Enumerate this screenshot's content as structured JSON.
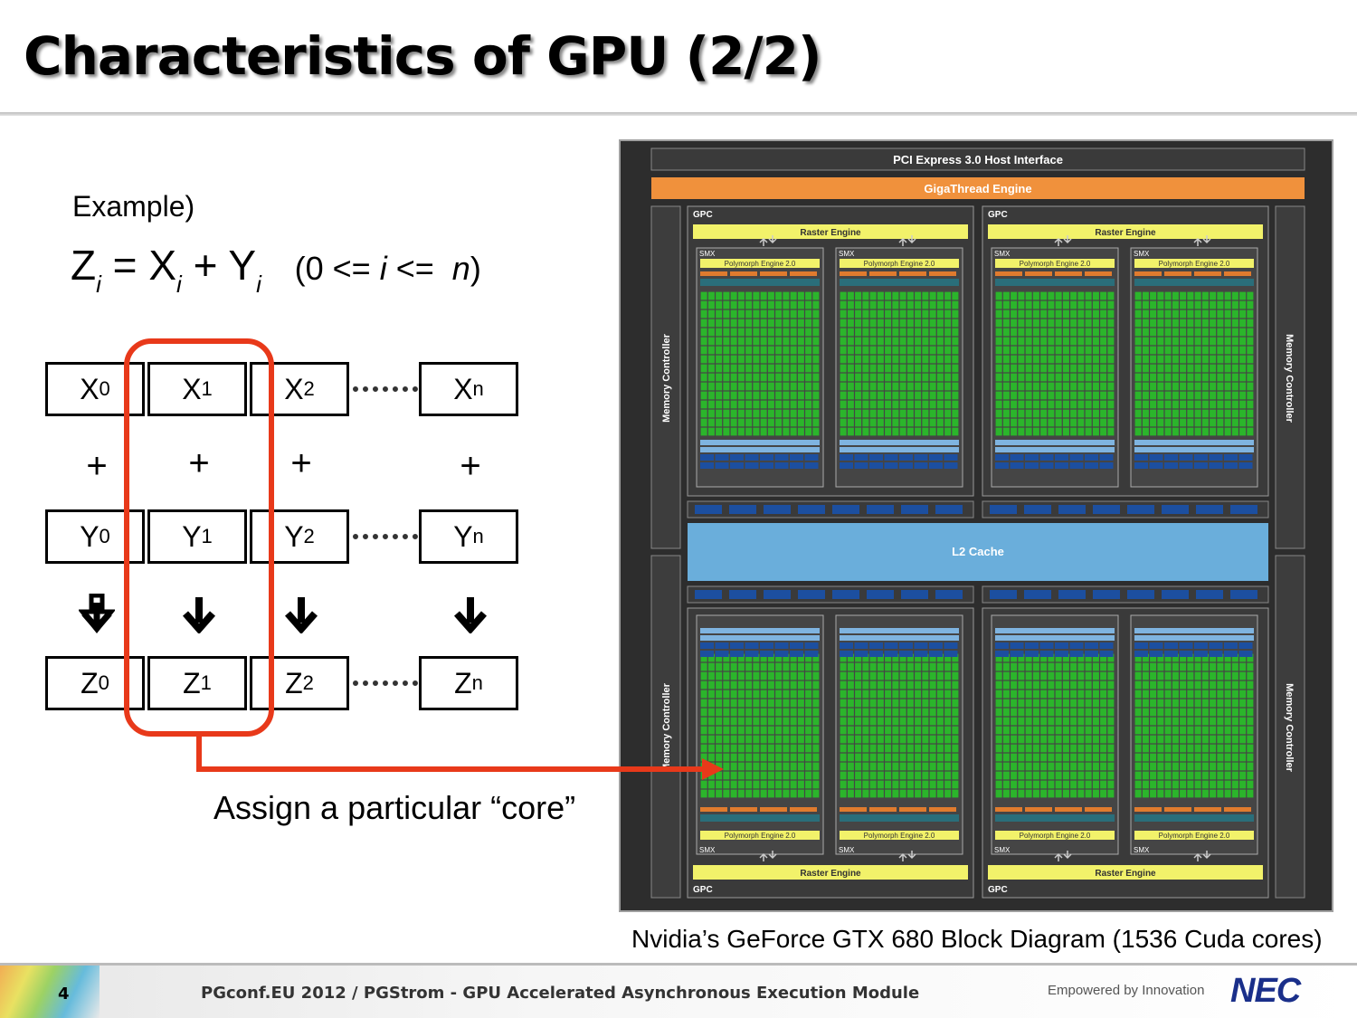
{
  "slide": {
    "title": "Characteristics of GPU (2/2)",
    "example_label": "Example)",
    "formula": {
      "z": "Z",
      "eq": " = ",
      "x": "X",
      "plus": " + ",
      "y": "Y",
      "i": "i",
      "range_open": "(0 <= ",
      "range_i": "i",
      "range_mid": " <= ",
      "range_n": "n",
      "range_close": ")"
    },
    "vector_x": [
      {
        "base": "X",
        "sub": "0"
      },
      {
        "base": "X",
        "sub": "1"
      },
      {
        "base": "X",
        "sub": "2"
      },
      {
        "base": "X",
        "sub": "n"
      }
    ],
    "vector_y": [
      {
        "base": "Y",
        "sub": "0"
      },
      {
        "base": "Y",
        "sub": "1"
      },
      {
        "base": "Y",
        "sub": "2"
      },
      {
        "base": "Y",
        "sub": "n"
      }
    ],
    "vector_z": [
      {
        "base": "Z",
        "sub": "0"
      },
      {
        "base": "Z",
        "sub": "1"
      },
      {
        "base": "Z",
        "sub": "2"
      },
      {
        "base": "Z",
        "sub": "n"
      }
    ],
    "plus_sign": "+",
    "assign_text": "Assign a particular “core”",
    "caption": "Nvidia’s GeForce GTX 680 Block Diagram (1536 Cuda cores)"
  },
  "gpu_diagram": {
    "host_interface": "PCI Express 3.0 Host Interface",
    "gigathread": "GigaThread Engine",
    "gpc_label": "GPC",
    "raster_engine": "Raster Engine",
    "smx_label": "SMX",
    "polymorph": "Polymorph Engine 2.0",
    "memory_controller": "Memory Controller",
    "l2_cache": "L2 Cache",
    "colors": {
      "gigathread": "#f0913c",
      "raster": "#f2f26a",
      "core": "#2bb52b",
      "l2": "#6aaedb",
      "cache_bar": "#1c4fa0"
    }
  },
  "footer": {
    "page_number": "4",
    "text": "PGconf.EU 2012 / PGStrom - GPU Accelerated Asynchronous Execution Module",
    "tagline": "Empowered by Innovation",
    "logo": "NEC"
  }
}
